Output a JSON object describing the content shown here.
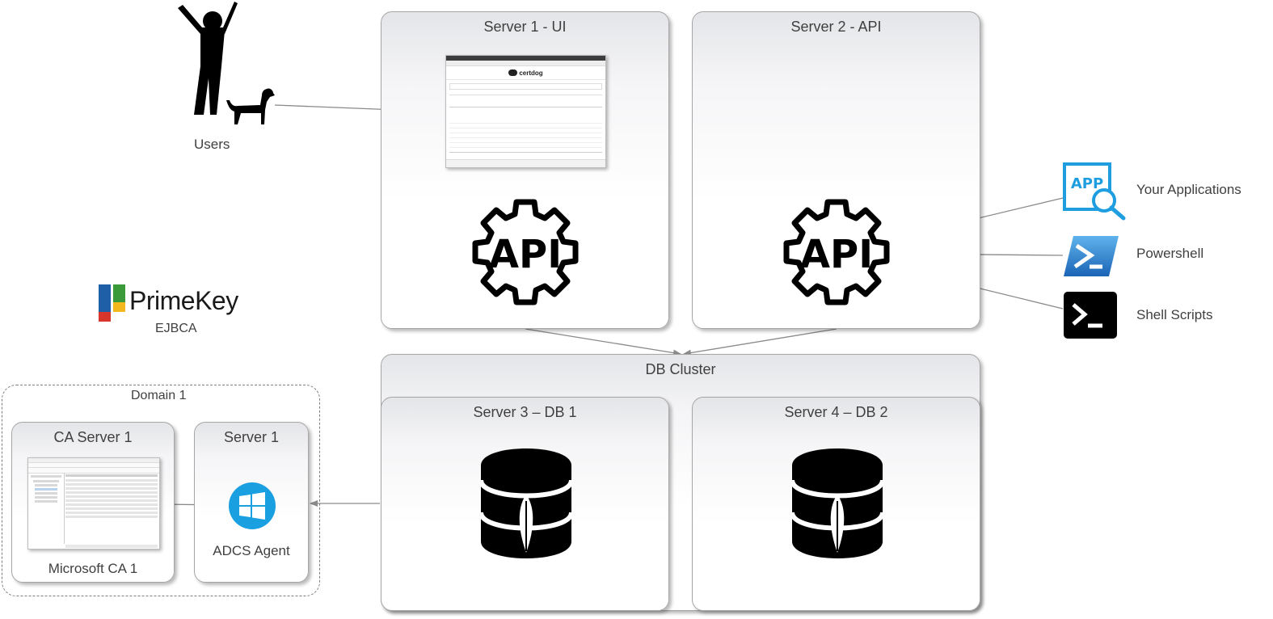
{
  "users": {
    "label": "Users"
  },
  "servers": {
    "ui": {
      "title": "Server 1 - UI"
    },
    "api": {
      "title": "Server 2 - API"
    },
    "db_cluster": {
      "title": "DB Cluster"
    },
    "db1": {
      "title": "Server 3 – DB 1"
    },
    "db2": {
      "title": "Server 4 – DB 2"
    }
  },
  "api_badge": "API",
  "clients": [
    {
      "label": "Your Applications",
      "icon": "app-search-icon"
    },
    {
      "label": "Powershell",
      "icon": "powershell-icon"
    },
    {
      "label": "Shell Scripts",
      "icon": "terminal-icon"
    }
  ],
  "app_icon_text": "APP",
  "primekey": {
    "name": "PrimeKey",
    "sub": "EJBCA"
  },
  "domain": {
    "title": "Domain 1",
    "ca_server": {
      "title": "CA Server 1",
      "caption": "Microsoft CA 1"
    },
    "agent_server": {
      "title": "Server 1",
      "caption": "ADCS Agent"
    }
  },
  "certdog_ui": {
    "logo": "certdog"
  },
  "colors": {
    "accent_blue": "#1e9ee0",
    "windows_blue": "#1a9fe0",
    "primekey_blue": "#1f5fa8",
    "primekey_green": "#3a9a3a",
    "primekey_yellow": "#f3b81d",
    "primekey_red": "#d9362b"
  }
}
